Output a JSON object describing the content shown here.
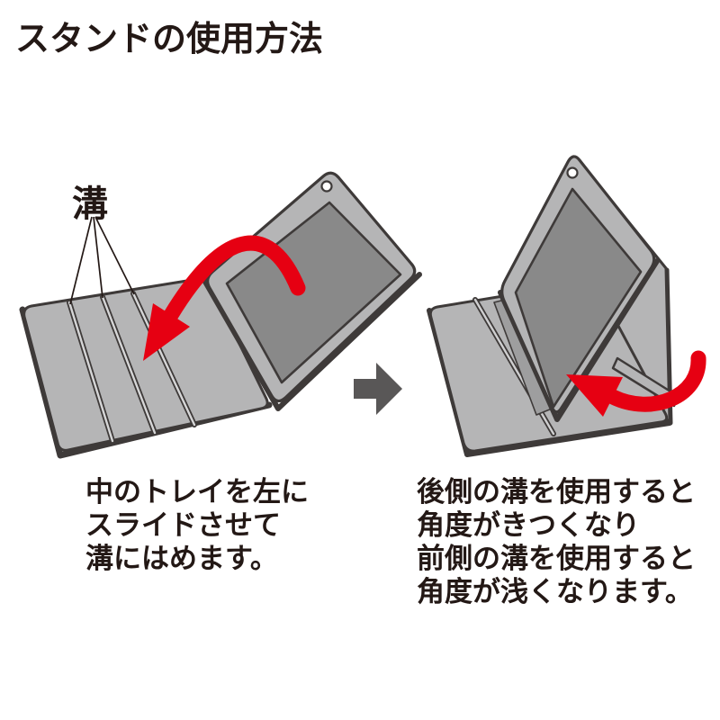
{
  "title": "スタンドの使用方法",
  "diagram": {
    "groove_label": "溝",
    "step1": {
      "caption_lines": [
        "中のトレイを左に",
        "スライドさせて",
        "溝にはめます。"
      ]
    },
    "step2": {
      "caption_lines": [
        "後側の溝を使用すると",
        "角度がきつくなり",
        "前側の溝を使用すると",
        "角度が浅くなります。"
      ]
    }
  },
  "icons": {
    "rotate_arrow_step1": "curved-red-arrow-down-left",
    "rotate_arrow_step2": "curved-red-arrow-up-left",
    "next_step_arrow": "gray-right-block-arrow",
    "camera_hole": "small-white-circle"
  },
  "colors": {
    "background": "#ffffff",
    "text": "#231815",
    "outline": "#3e3a39",
    "case_light_gray": "#b5b5b6",
    "screen_dark_gray": "#898989",
    "recess_gray": "#9e9e9f",
    "accent_red": "#e60012",
    "step_arrow_gray": "#595757"
  }
}
